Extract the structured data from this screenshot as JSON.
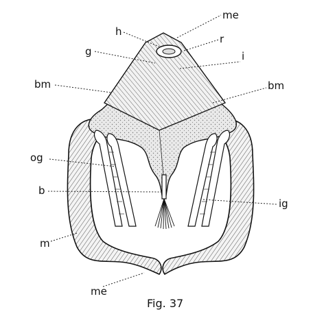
{
  "labels": {
    "me_top": "me",
    "h": "h",
    "r": "r",
    "g": "g",
    "i": "i",
    "bm_left": "bm",
    "bm_right": "bm",
    "og": "og",
    "b": "b",
    "ig": "ig",
    "m": "m",
    "me_bottom": "me"
  },
  "caption": "Fig. 37"
}
